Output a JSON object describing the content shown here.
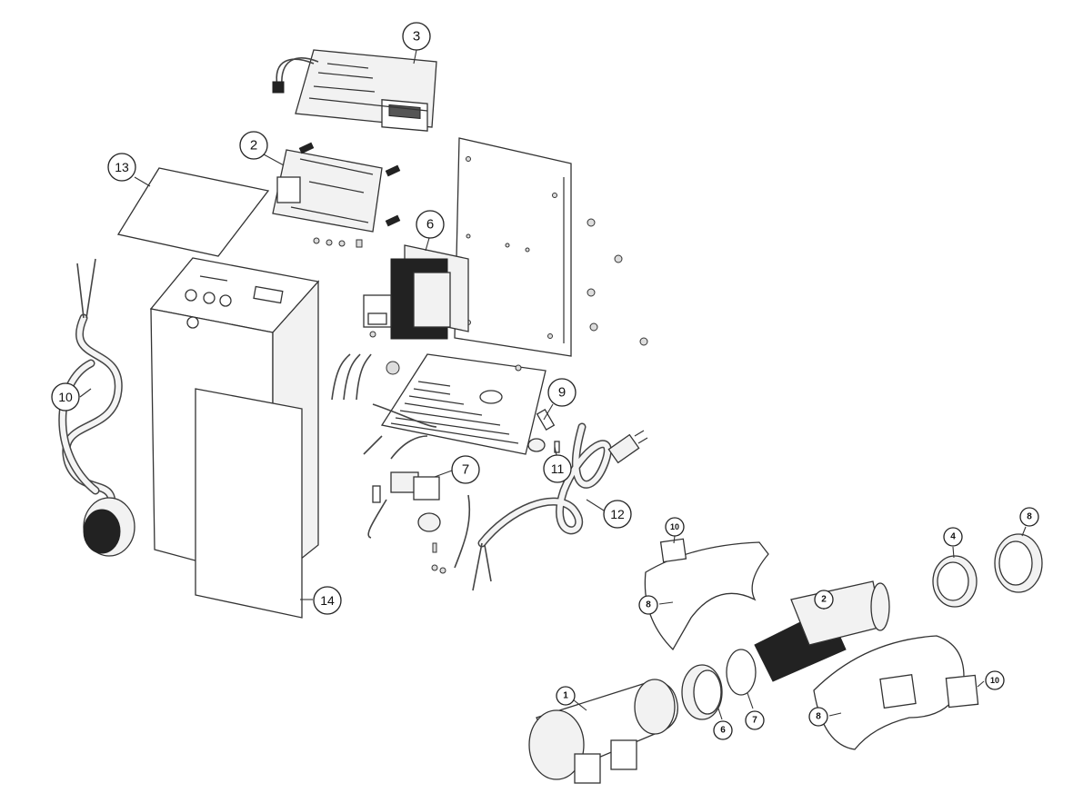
{
  "callouts": [
    {
      "id": "c3",
      "label": "3",
      "size": "large"
    },
    {
      "id": "c2a",
      "label": "2",
      "size": "large"
    },
    {
      "id": "c13",
      "label": "13",
      "size": "large"
    },
    {
      "id": "c6a",
      "label": "6",
      "size": "large"
    },
    {
      "id": "c10a",
      "label": "10",
      "size": "large"
    },
    {
      "id": "c9",
      "label": "9",
      "size": "large"
    },
    {
      "id": "c11",
      "label": "11",
      "size": "large"
    },
    {
      "id": "c7a",
      "label": "7",
      "size": "large"
    },
    {
      "id": "c12",
      "label": "12",
      "size": "large"
    },
    {
      "id": "c14",
      "label": "14",
      "size": "large"
    },
    {
      "id": "c10b",
      "label": "10",
      "size": "small"
    },
    {
      "id": "c8a",
      "label": "8",
      "size": "small"
    },
    {
      "id": "c4",
      "label": "4",
      "size": "small"
    },
    {
      "id": "c8b",
      "label": "8",
      "size": "small"
    },
    {
      "id": "c2b",
      "label": "2",
      "size": "small"
    },
    {
      "id": "c1",
      "label": "1",
      "size": "small"
    },
    {
      "id": "c6b",
      "label": "6",
      "size": "small"
    },
    {
      "id": "c7b",
      "label": "7",
      "size": "small"
    },
    {
      "id": "c8c",
      "label": "8",
      "size": "small"
    },
    {
      "id": "c10c",
      "label": "10",
      "size": "small"
    }
  ]
}
